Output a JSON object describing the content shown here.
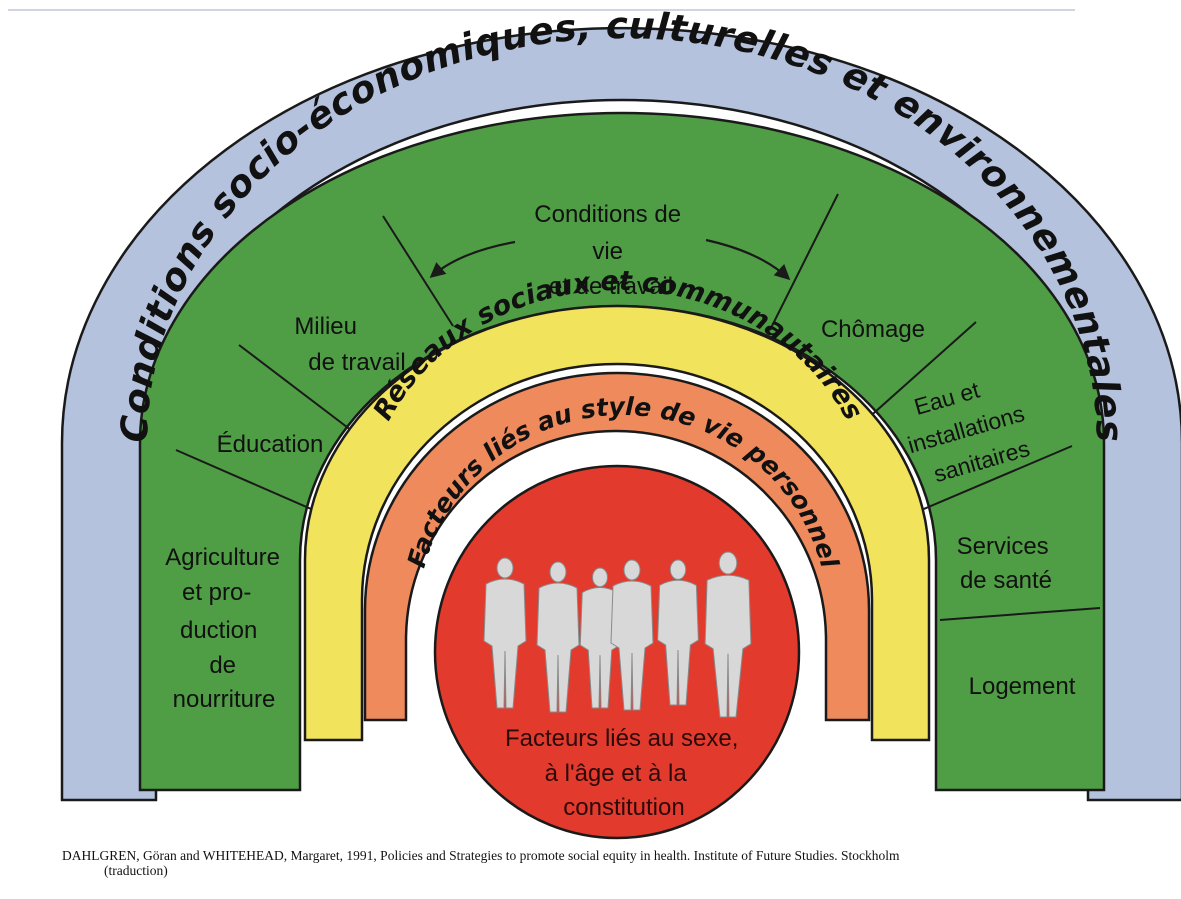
{
  "colors": {
    "outer_ring": "#b4c2de",
    "green_ring": "#4f9e45",
    "yellow_ring": "#f2e35c",
    "orange_ring": "#ef8a5c",
    "core": "#e23a2c",
    "figures": "#d8d8d8",
    "outline": "#1a1a1a"
  },
  "outer_ring": {
    "label": "Conditions socio-économiques, culturelles et environnementales"
  },
  "middle_ring": {
    "arrow_center_label": [
      "Conditions de",
      "vie",
      "et de travail"
    ],
    "sectors": [
      {
        "id": "agriculture",
        "lines": [
          "Agriculture",
          "et pro-",
          "duction",
          "de",
          "nourriture"
        ]
      },
      {
        "id": "education",
        "lines": [
          "Éducation"
        ]
      },
      {
        "id": "milieu-travail",
        "lines": [
          "Milieu",
          "de travail"
        ]
      },
      {
        "id": "chomage",
        "lines": [
          "Chômage"
        ]
      },
      {
        "id": "eau",
        "lines": [
          "Eau et",
          "installations",
          "sanitaires"
        ]
      },
      {
        "id": "sante",
        "lines": [
          "Services",
          "de santé"
        ]
      },
      {
        "id": "logement",
        "lines": [
          "Logement"
        ]
      }
    ]
  },
  "social_ring": {
    "label": "Réseaux sociaux et communautaires"
  },
  "lifestyle_ring": {
    "label": "Facteurs liés au style de vie personnel"
  },
  "core": {
    "lines": [
      "Facteurs liés au sexe,",
      "à l'âge et à la",
      "constitution"
    ],
    "people_count": 6
  },
  "caption": {
    "line1": "DAHLGREN, Göran and WHITEHEAD, Margaret, 1991, Policies and Strategies to promote social equity in health. Institute of Future Studies. Stockholm",
    "line2": "(traduction)"
  }
}
